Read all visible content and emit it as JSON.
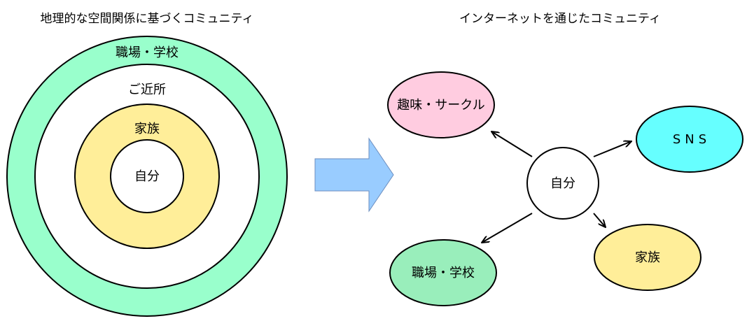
{
  "left_panel": {
    "title": "地理的な空間関係に基づくコミュニティ",
    "rings": {
      "outer": {
        "label": "職場・学校",
        "color": "#99ffcc"
      },
      "middle": {
        "label": "ご近所",
        "color": "#ffffff"
      },
      "inner": {
        "label": "家族",
        "color": "#ffee99"
      },
      "center": {
        "label": "自分",
        "color": "#ffffff"
      }
    }
  },
  "arrow": {
    "color": "#99ccff"
  },
  "right_panel": {
    "title": "インターネットを通じたコミュニティ",
    "center": {
      "label": "自分",
      "color": "#ffffff"
    },
    "nodes": {
      "hobby": {
        "label": "趣味・サークル",
        "color": "#ffcce0"
      },
      "sns": {
        "label": "SNS",
        "color": "#66ffff"
      },
      "work": {
        "label": "職場・学校",
        "color": "#99eebb"
      },
      "family": {
        "label": "家族",
        "color": "#ffee99"
      }
    }
  }
}
